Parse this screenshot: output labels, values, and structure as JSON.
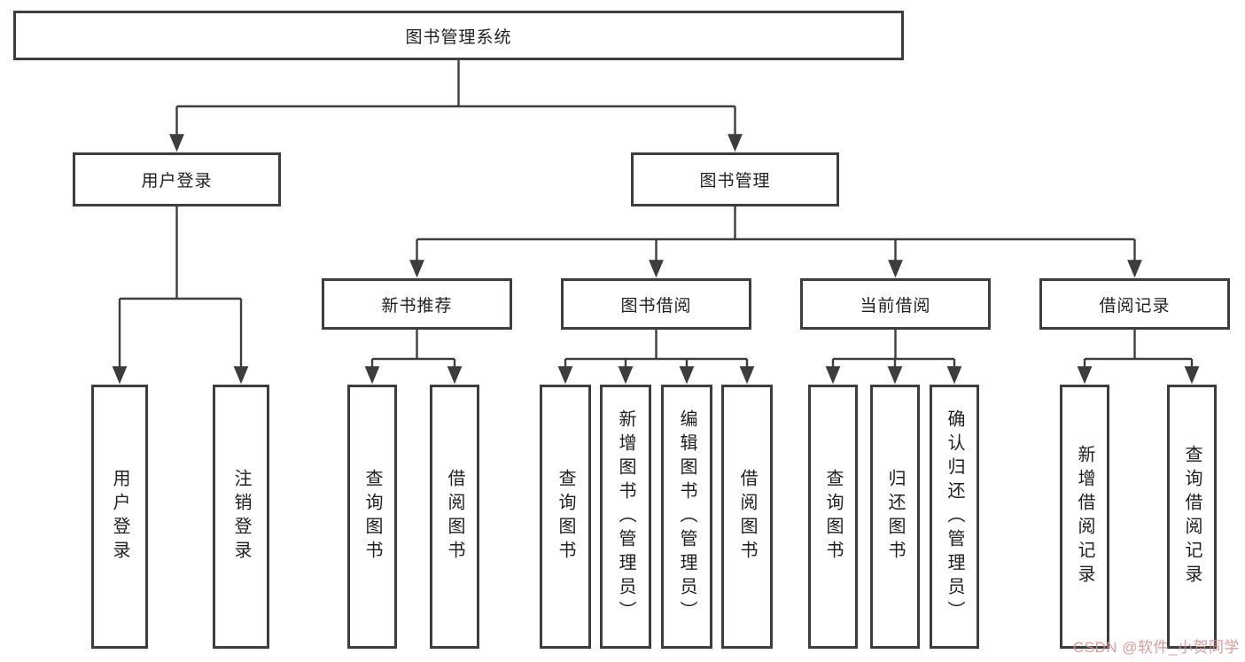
{
  "colors": {
    "line": "#3d3d3d",
    "box-border": "#3d3d3d",
    "box-fill": "#ffffff",
    "text": "#1f1f1f",
    "background": "#ffffff",
    "watermark": "#d98f8f"
  },
  "watermark": {
    "text": "CSDN @软件_小贺同学"
  },
  "diagram": {
    "root": {
      "label": "图书管理系统"
    },
    "branches": [
      {
        "label": "用户登录",
        "children": [
          {
            "label": "用户登录"
          },
          {
            "label": "注销登录"
          }
        ]
      },
      {
        "label": "图书管理",
        "children": [
          {
            "label": "新书推荐",
            "children": [
              {
                "label": "查询图书"
              },
              {
                "label": "借阅图书"
              }
            ]
          },
          {
            "label": "图书借阅",
            "children": [
              {
                "label": "查询图书"
              },
              {
                "label": "新增图书（管理员）"
              },
              {
                "label": "编辑图书（管理员）"
              },
              {
                "label": "借阅图书"
              }
            ]
          },
          {
            "label": "当前借阅",
            "children": [
              {
                "label": "查询图书"
              },
              {
                "label": "归还图书"
              },
              {
                "label": "确认归还（管理员）"
              }
            ]
          },
          {
            "label": "借阅记录",
            "children": [
              {
                "label": "新增借阅记录"
              },
              {
                "label": "查询借阅记录"
              }
            ]
          }
        ]
      }
    ]
  }
}
